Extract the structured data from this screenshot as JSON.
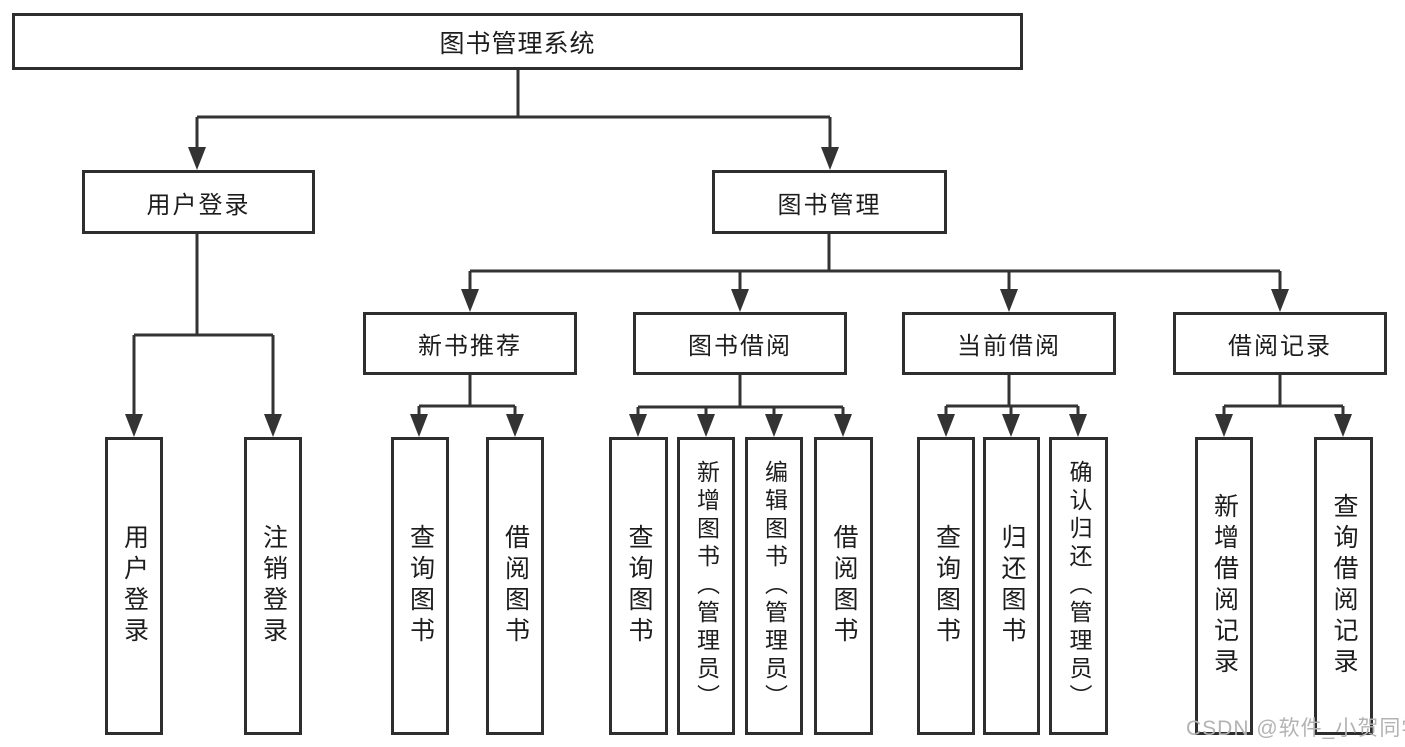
{
  "diagram_title": "图书管理系统",
  "tree": {
    "label": "图书管理系统",
    "children": [
      {
        "label": "用户登录",
        "children": [
          {
            "label": "用户登录"
          },
          {
            "label": "注销登录"
          }
        ]
      },
      {
        "label": "图书管理",
        "children": [
          {
            "label": "新书推荐",
            "children": [
              {
                "label": "查询图书"
              },
              {
                "label": "借阅图书"
              }
            ]
          },
          {
            "label": "图书借阅",
            "children": [
              {
                "label": "查询图书"
              },
              {
                "label": "新增图书（管理员）"
              },
              {
                "label": "编辑图书（管理员）"
              },
              {
                "label": "借阅图书"
              }
            ]
          },
          {
            "label": "当前借阅",
            "children": [
              {
                "label": "查询图书"
              },
              {
                "label": "归还图书"
              },
              {
                "label": "确认归还（管理员）"
              }
            ]
          },
          {
            "label": "借阅记录",
            "children": [
              {
                "label": "新增借阅记录"
              },
              {
                "label": "查询借阅记录"
              }
            ]
          }
        ]
      }
    ]
  },
  "watermark": {
    "text": "CSDN @软件_小贺同学"
  },
  "colors": {
    "line": "#333333",
    "box_border": "#2e2e2e",
    "box_background": "#ffffff",
    "text": "#1d1d1d",
    "watermark_text": "#b3b3b3",
    "background": "#ffffff"
  }
}
